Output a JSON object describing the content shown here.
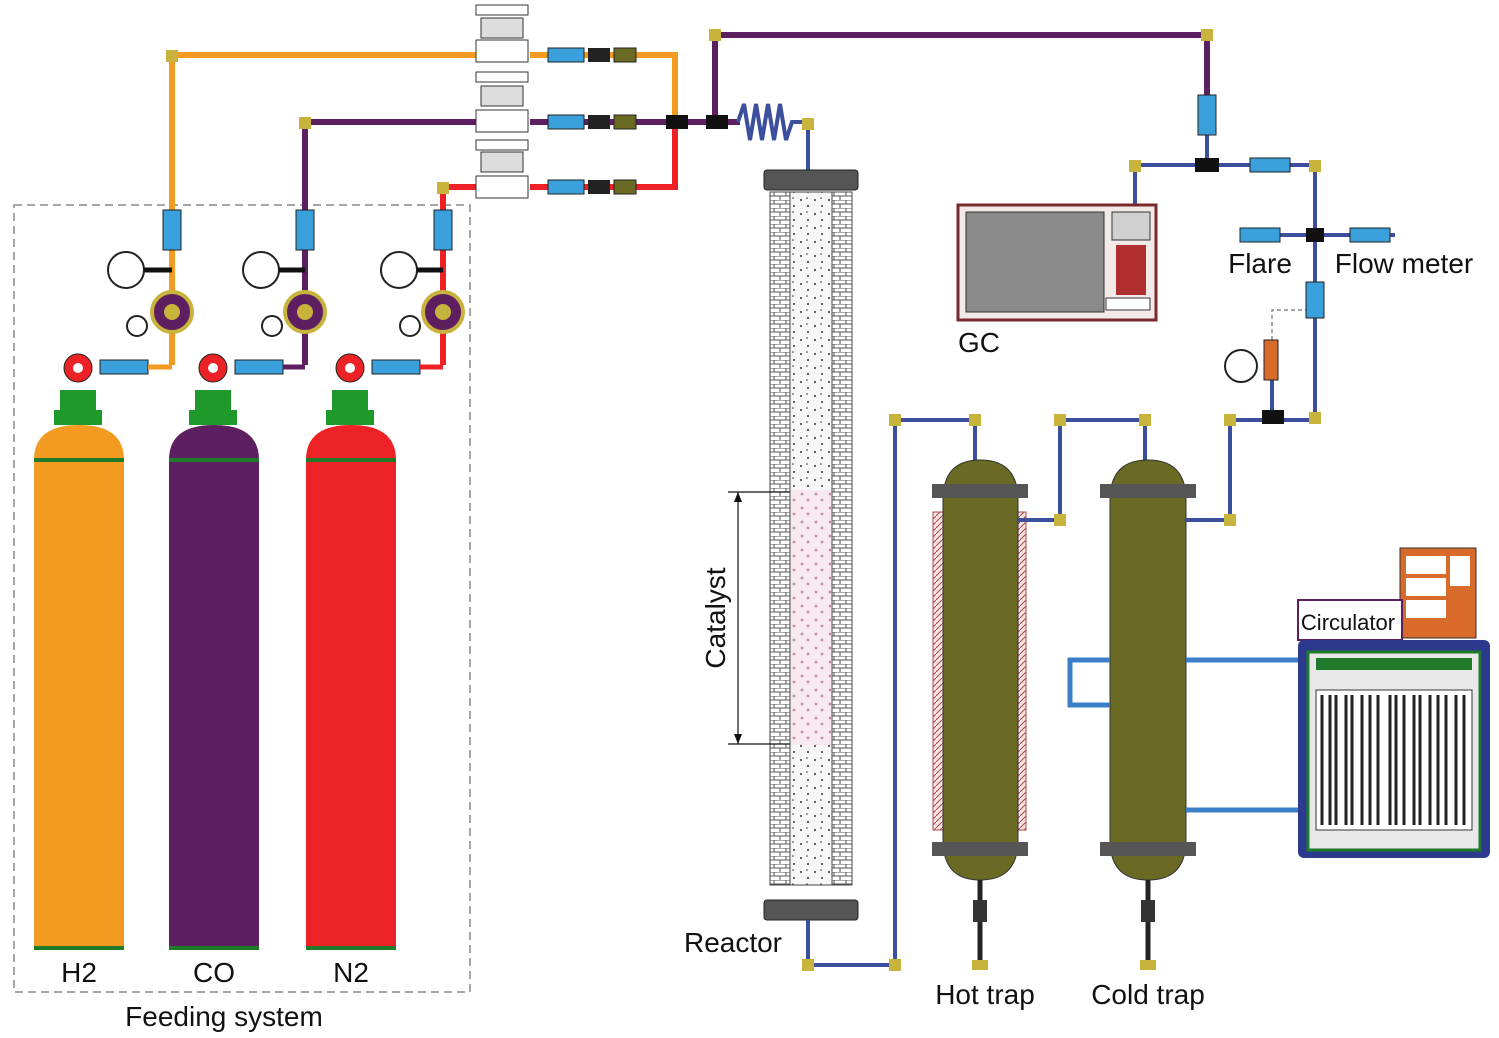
{
  "labels": {
    "feeding_system": "Feeding system",
    "cylinder_h2": "H2",
    "cylinder_co": "CO",
    "cylinder_n2": "N2",
    "reactor": "Reactor",
    "catalyst": "Catalyst",
    "gc": "GC",
    "hot_trap": "Hot trap",
    "cold_trap": "Cold trap",
    "flare": "Flare",
    "flow_meter": "Flow meter",
    "circulator": "Circulator"
  },
  "colors": {
    "h2": "#f39a20",
    "co": "#5d1f5f",
    "n2": "#ec2227",
    "cylinder_cap": "#1f7a2a",
    "pipe_blue": "#3b4f9c",
    "pipe_joint": "#c8b33c",
    "trap_body": "#6b6a24",
    "circulator_frame": "#2b3a8c",
    "circulator_panel": "#d86a2a",
    "gc_screen": "#8a8a8a",
    "gc_frame": "#7a2a2a"
  },
  "icons": {
    "valve": "ball-valve-icon",
    "gauge": "pressure-gauge-icon",
    "regulator": "pressure-regulator-icon",
    "preheater": "coil-preheater-icon"
  }
}
